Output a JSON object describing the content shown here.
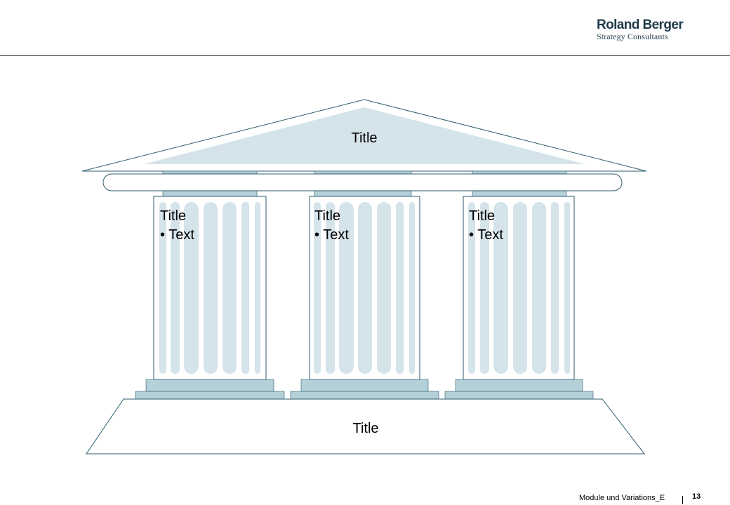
{
  "brand": {
    "name": "Roland Berger",
    "tagline": "Strategy Consultants"
  },
  "colors": {
    "outline": "#2e5a6e",
    "light_fill": "#d5e3ea",
    "base_fill": "#b4d0d8",
    "text": "#000000"
  },
  "diagram": {
    "roof_title": "Title",
    "foundation_title": "Title",
    "pillars": [
      {
        "title": "Title",
        "bullet": "• Text"
      },
      {
        "title": "Title",
        "bullet": "• Text"
      },
      {
        "title": "Title",
        "bullet": "• Text"
      }
    ]
  },
  "footer": {
    "doc_name": "Module und Variations_E",
    "page_number": "13"
  }
}
